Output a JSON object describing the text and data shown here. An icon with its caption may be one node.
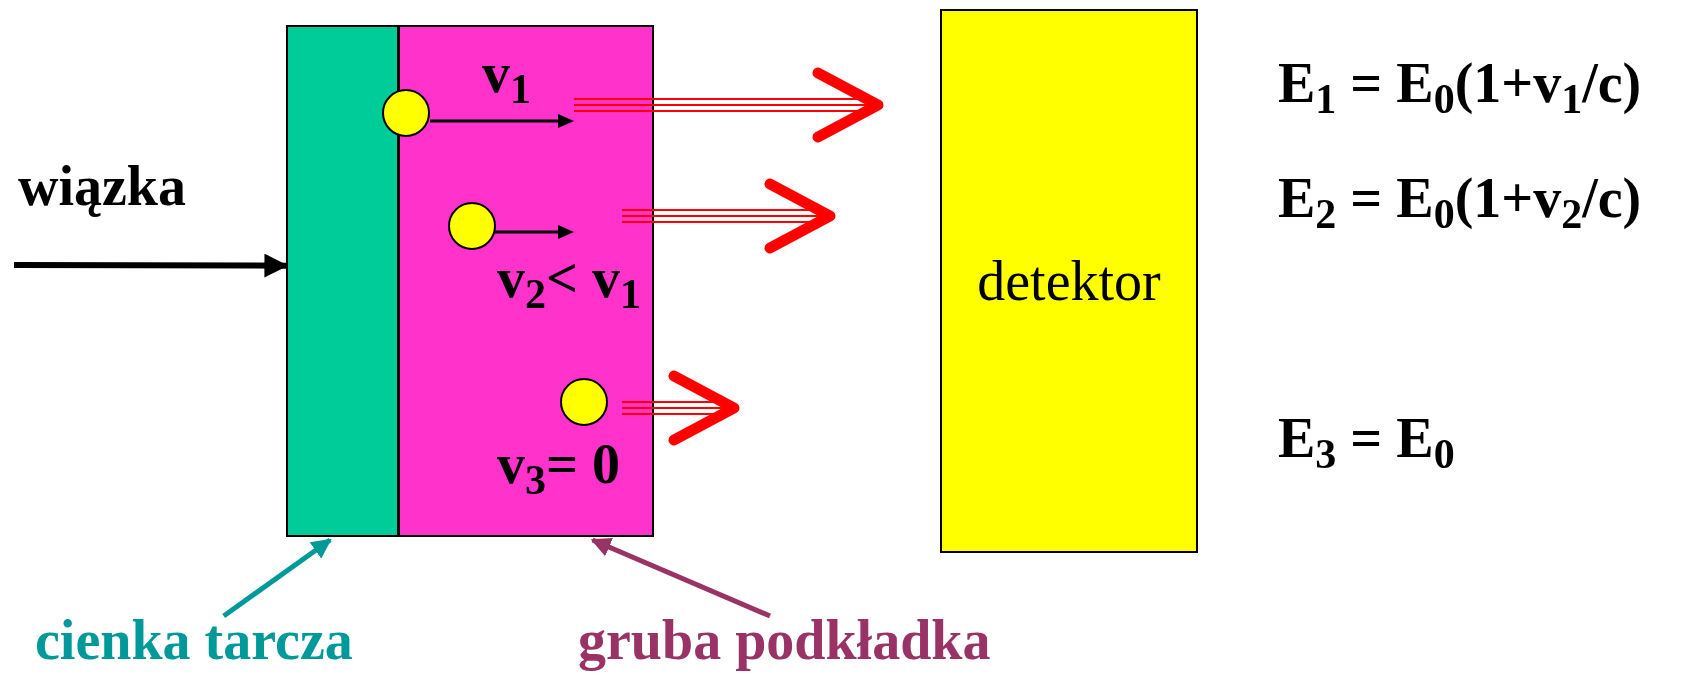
{
  "diagram": {
    "nodes": [
      {
        "text": [],
        "shape": "box"
      },
      {
        "text": [],
        "shape": "box"
      },
      {
        "text": [],
        "shape": "circle"
      },
      {
        "text": [],
        "shape": "circle",
        "in": 1
      },
      {
        "text": [],
        "shape": "circle",
        "in": 1
      },
      {
        "text": [
          "detektor"
        ]
      },
      {
        "text": [
          "cienka tarcza"
        ]
      },
      {
        "text": [
          "gruba podkładka"
        ]
      }
    ],
    "edges": [
      {
        "from": null,
        "to": 0,
        "arrow": "to",
        "label": "wiązka"
      },
      {
        "from": 6,
        "to": 0,
        "arrow": "to",
        "color": "#009999"
      },
      {
        "from": 7,
        "to": 1,
        "arrow": "to",
        "color": "#993366"
      }
    ],
    "labels": [
      "v$_{1}$",
      "v$_{2}$< v$_{1}$",
      "v$_{3}$= 0",
      "E$_{1}$ = E$_{0}$(1+v$_{1}$/c)",
      "E$_{2}$ = E$_{0}$(1+v$_{2}$/c)",
      "E$_{3}$ = E$_{0}$"
    ]
  }
}
